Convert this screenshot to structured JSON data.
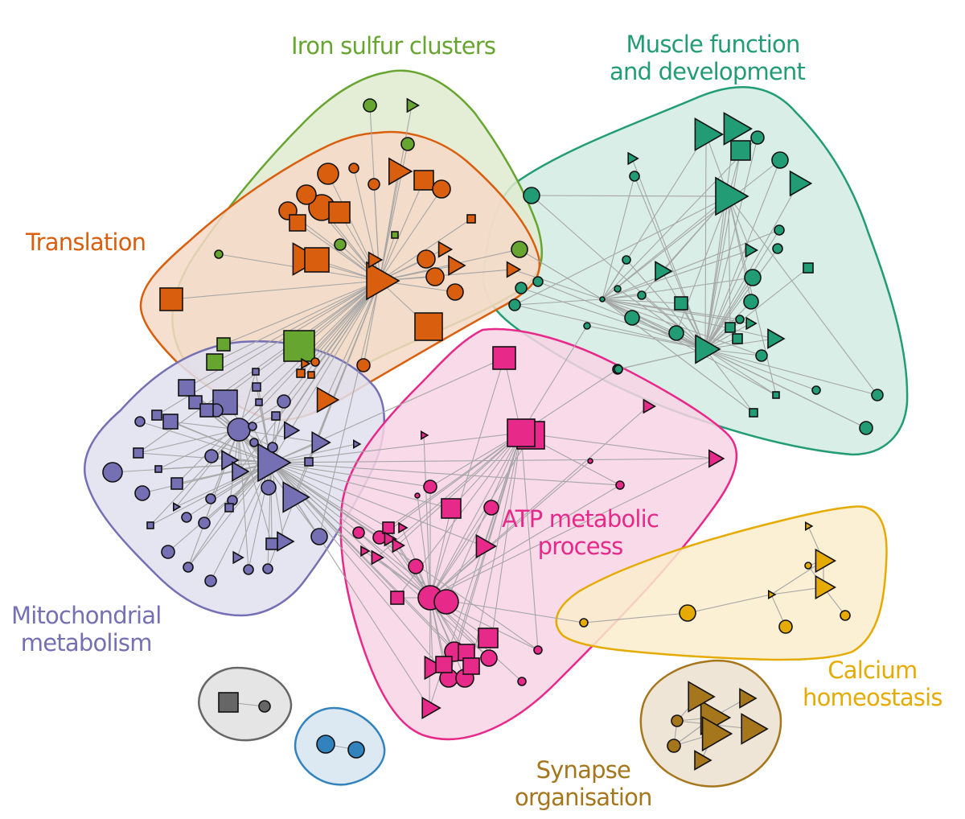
{
  "title": "Protein interaction network clusters",
  "clusters": [
    {
      "id": "iron",
      "label": "Iron sulfur clusters",
      "color": "#66a630",
      "fill": "#dfeacf"
    },
    {
      "id": "trans",
      "label": "Translation",
      "color": "#d95f0e",
      "fill": "#f6d9c8"
    },
    {
      "id": "muscle",
      "label": "Muscle function and development",
      "color": "#229c74",
      "fill": "#d2ebe2"
    },
    {
      "id": "mito",
      "label": "Mitochondrial metabolism",
      "color": "#7570b3",
      "fill": "#e1e0ee"
    },
    {
      "id": "atp",
      "label": "ATP metabolic process",
      "color": "#e7298a",
      "fill": "#f8d3e5"
    },
    {
      "id": "calc",
      "label": "Calcium homeostasis",
      "color": "#e6ab02",
      "fill": "#faeccd"
    },
    {
      "id": "syn",
      "label": "Synapse organisation",
      "color": "#a6761d",
      "fill": "#ebe1d0"
    },
    {
      "id": "grey",
      "label": "",
      "color": "#666666",
      "fill": "#e0e0e0"
    },
    {
      "id": "blue",
      "label": "",
      "color": "#3182bd",
      "fill": "#d6e4f0"
    }
  ],
  "labels": {
    "iron": "Iron sulfur clusters",
    "muscle_1": "Muscle function",
    "muscle_2": "and development",
    "trans": "Translation",
    "mito_1": "Mitochondrial",
    "mito_2": "metabolism",
    "atp_1": "ATP metabolic",
    "atp_2": "process",
    "calc_1": "Calcium",
    "calc_2": "homeostasis",
    "syn_1": "Synapse",
    "syn_2": "organisation"
  },
  "node_shapes": [
    "circle",
    "square",
    "triangle"
  ],
  "edge_color": "#a6a6a6"
}
